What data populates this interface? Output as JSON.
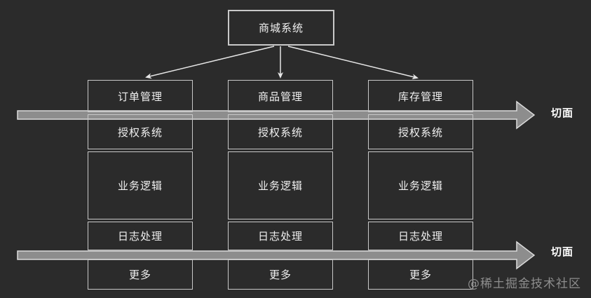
{
  "diagram": {
    "root_label": "商城系统",
    "columns": [
      {
        "cells": [
          "订单管理",
          "授权系统",
          "业务逻辑",
          "日志处理",
          "更多"
        ]
      },
      {
        "cells": [
          "商品管理",
          "授权系统",
          "业务逻辑",
          "日志处理",
          "更多"
        ]
      },
      {
        "cells": [
          "库存管理",
          "授权系统",
          "业务逻辑",
          "日志处理",
          "更多"
        ]
      }
    ],
    "aspect_labels": [
      "切面",
      "切面"
    ],
    "colors": {
      "background": "#2b2b2b",
      "box_border": "#c9c9c9",
      "text": "#f0f0f0",
      "arrow_fill": "#8d8d8d",
      "arrow_stroke": "#dcdcdc",
      "watermark": "#8d8d8d"
    }
  },
  "watermark": {
    "text": "@稀土掘金技术社区"
  }
}
